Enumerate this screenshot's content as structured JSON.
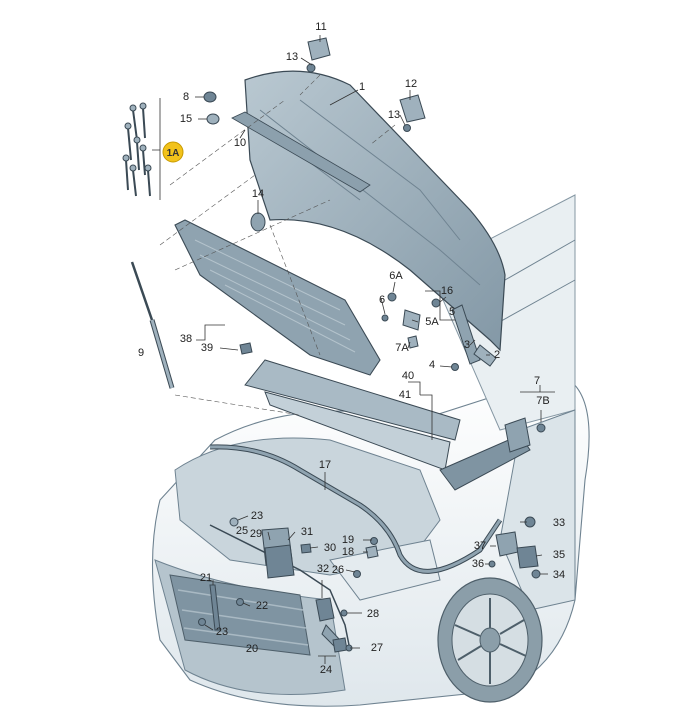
{
  "diagram": {
    "callouts": [
      {
        "id": "p1",
        "text": "1"
      },
      {
        "id": "p1a",
        "text": "1A"
      },
      {
        "id": "p2",
        "text": "2"
      },
      {
        "id": "p3",
        "text": "3"
      },
      {
        "id": "p4",
        "text": "4"
      },
      {
        "id": "p5",
        "text": "5"
      },
      {
        "id": "p5a",
        "text": "5A"
      },
      {
        "id": "p6",
        "text": "6"
      },
      {
        "id": "p6a",
        "text": "6A"
      },
      {
        "id": "p7",
        "text": "7"
      },
      {
        "id": "p7a",
        "text": "7A"
      },
      {
        "id": "p7b",
        "text": "7B"
      },
      {
        "id": "p8",
        "text": "8"
      },
      {
        "id": "p9",
        "text": "9"
      },
      {
        "id": "p10",
        "text": "10"
      },
      {
        "id": "p11",
        "text": "11"
      },
      {
        "id": "p12",
        "text": "12"
      },
      {
        "id": "p13a",
        "text": "13"
      },
      {
        "id": "p13b",
        "text": "13"
      },
      {
        "id": "p14",
        "text": "14"
      },
      {
        "id": "p15",
        "text": "15"
      },
      {
        "id": "p16",
        "text": "16"
      },
      {
        "id": "p17",
        "text": "17"
      },
      {
        "id": "p18",
        "text": "18"
      },
      {
        "id": "p19",
        "text": "19"
      },
      {
        "id": "p20",
        "text": "20"
      },
      {
        "id": "p21",
        "text": "21"
      },
      {
        "id": "p22",
        "text": "22"
      },
      {
        "id": "p23a",
        "text": "23"
      },
      {
        "id": "p23b",
        "text": "23"
      },
      {
        "id": "p24",
        "text": "24"
      },
      {
        "id": "p25",
        "text": "25"
      },
      {
        "id": "p26",
        "text": "26"
      },
      {
        "id": "p27",
        "text": "27"
      },
      {
        "id": "p28",
        "text": "28"
      },
      {
        "id": "p29",
        "text": "29"
      },
      {
        "id": "p30",
        "text": "30"
      },
      {
        "id": "p31",
        "text": "31"
      },
      {
        "id": "p32",
        "text": "32"
      },
      {
        "id": "p33",
        "text": "33"
      },
      {
        "id": "p34",
        "text": "34"
      },
      {
        "id": "p35",
        "text": "35"
      },
      {
        "id": "p36",
        "text": "36"
      },
      {
        "id": "p37",
        "text": "37"
      },
      {
        "id": "p38",
        "text": "38"
      },
      {
        "id": "p39",
        "text": "39"
      },
      {
        "id": "p40",
        "text": "40"
      },
      {
        "id": "p41",
        "text": "41"
      }
    ],
    "colors": {
      "part_fill": "#9fb1bd",
      "part_dark": "#6f8595",
      "part_light": "#c9d5dc",
      "badge": "#f2c21b",
      "line": "#333333"
    }
  }
}
